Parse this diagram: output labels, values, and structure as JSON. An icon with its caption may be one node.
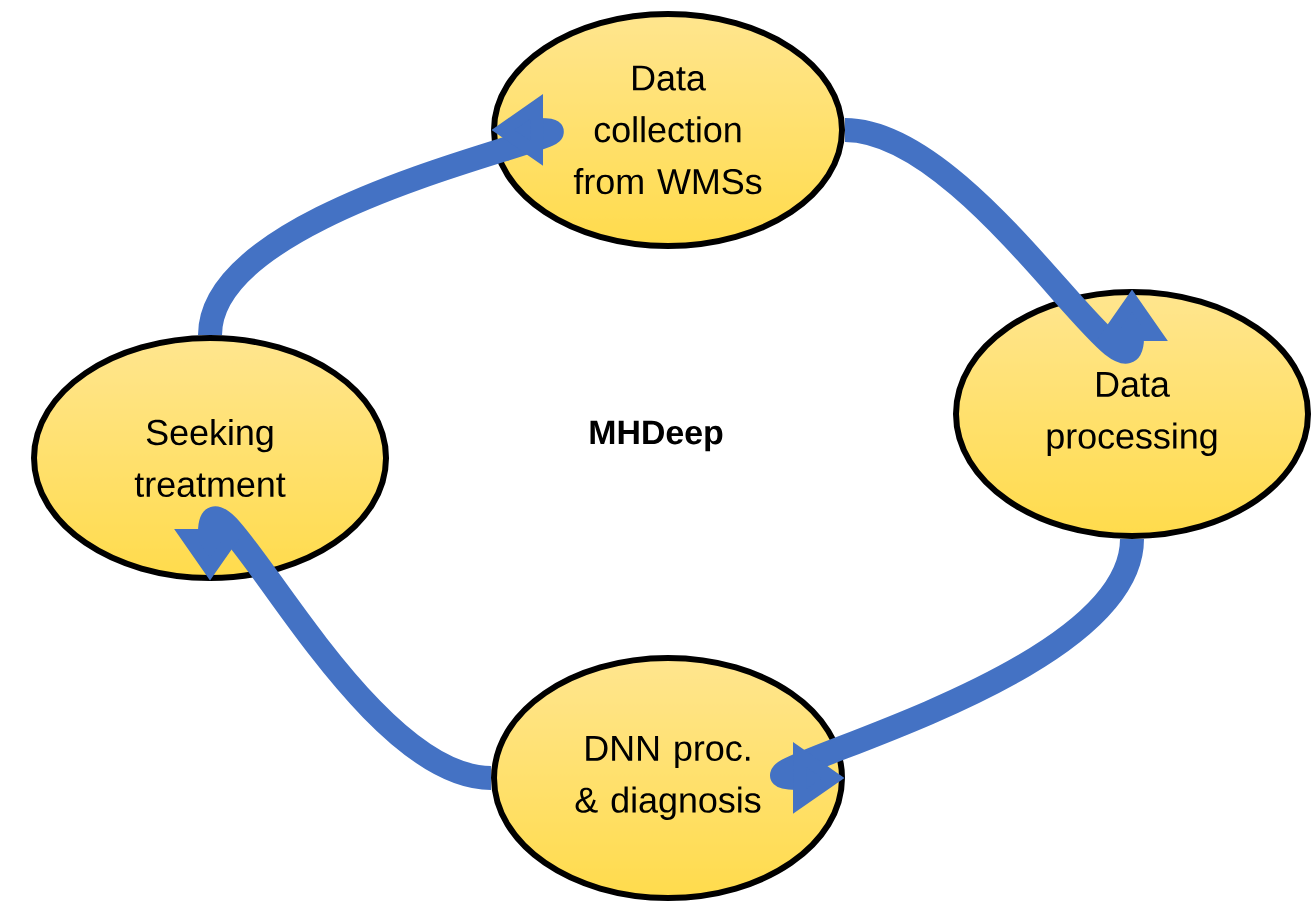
{
  "diagram": {
    "nodes": [
      {
        "text": [
          "Data collection from WMSs"
        ]
      },
      {
        "text": [
          "Data processing"
        ]
      },
      {
        "text": [
          "DNN proc. & diagnosis"
        ]
      },
      {
        "text": [
          "Seeking treatment"
        ]
      }
    ],
    "edges": [
      {
        "from": 0,
        "to": 1,
        "arrow": "to"
      },
      {
        "from": 1,
        "to": 2,
        "arrow": "to"
      },
      {
        "from": 2,
        "to": 3,
        "arrow": "to"
      },
      {
        "from": 3,
        "to": 0,
        "arrow": "to"
      }
    ],
    "labels": [
      "MHDeep"
    ]
  }
}
